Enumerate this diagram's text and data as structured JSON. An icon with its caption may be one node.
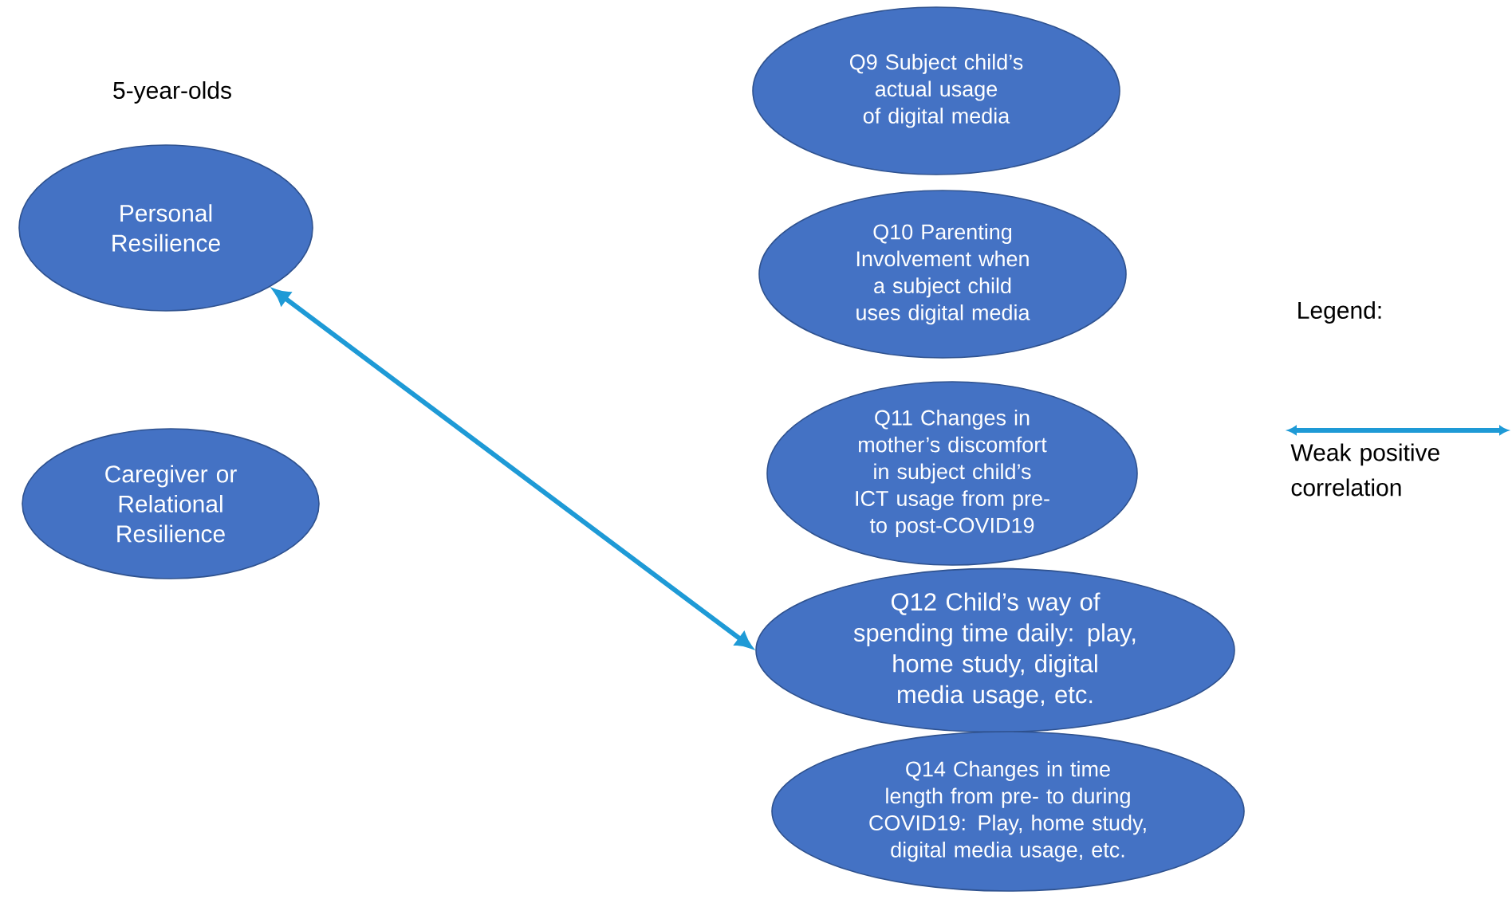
{
  "diagram": {
    "nodes": [
      {
        "text": [
          "Personal Resilience"
        ]
      },
      {
        "text": [
          "Caregiver or Relational Resilience"
        ]
      },
      {
        "text": [
          "Q9 Subject child’s actual usage of digital media"
        ]
      },
      {
        "text": [
          "Q10 Parenting Involvement when a subject child uses digital media"
        ]
      },
      {
        "text": [
          "Q11 Changes in mother’s discomfort in subject child’s ICT usage from pre- to post-COVID19"
        ]
      },
      {
        "text": [
          "Q12 Child’s way of spending time daily: play, home study, digital media usage, etc."
        ]
      },
      {
        "text": [
          "Q14 Changes in time length from pre- to during COVID19: Play, home study, digital media usage, etc."
        ]
      }
    ],
    "edges": [
      {
        "from": 0,
        "to": 5,
        "arrow": "both"
      }
    ],
    "labels": [
      "5-year-olds",
      "Legend:"
    ],
    "legend": [
      {
        "text": "Weak positive correlation"
      }
    ]
  }
}
